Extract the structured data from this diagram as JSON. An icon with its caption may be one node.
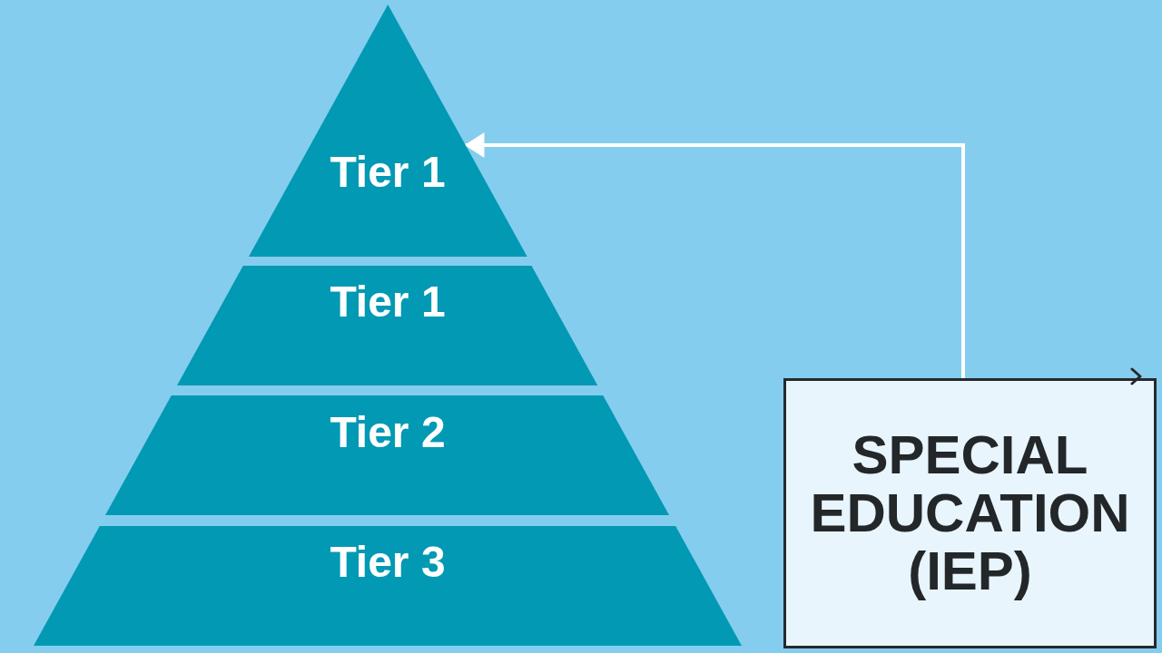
{
  "diagram": {
    "nodes": [
      {
        "text": [
          "Tier 1"
        ]
      },
      {
        "text": [
          "Tier 1"
        ]
      },
      {
        "text": [
          "Tier 2"
        ]
      },
      {
        "text": [
          "Tier 3"
        ]
      },
      {
        "text": [
          "SPECIAL EDUCATION (IEP)"
        ]
      }
    ],
    "edges": [
      {
        "from": 4,
        "to": 0,
        "arrow": "to"
      }
    ]
  }
}
